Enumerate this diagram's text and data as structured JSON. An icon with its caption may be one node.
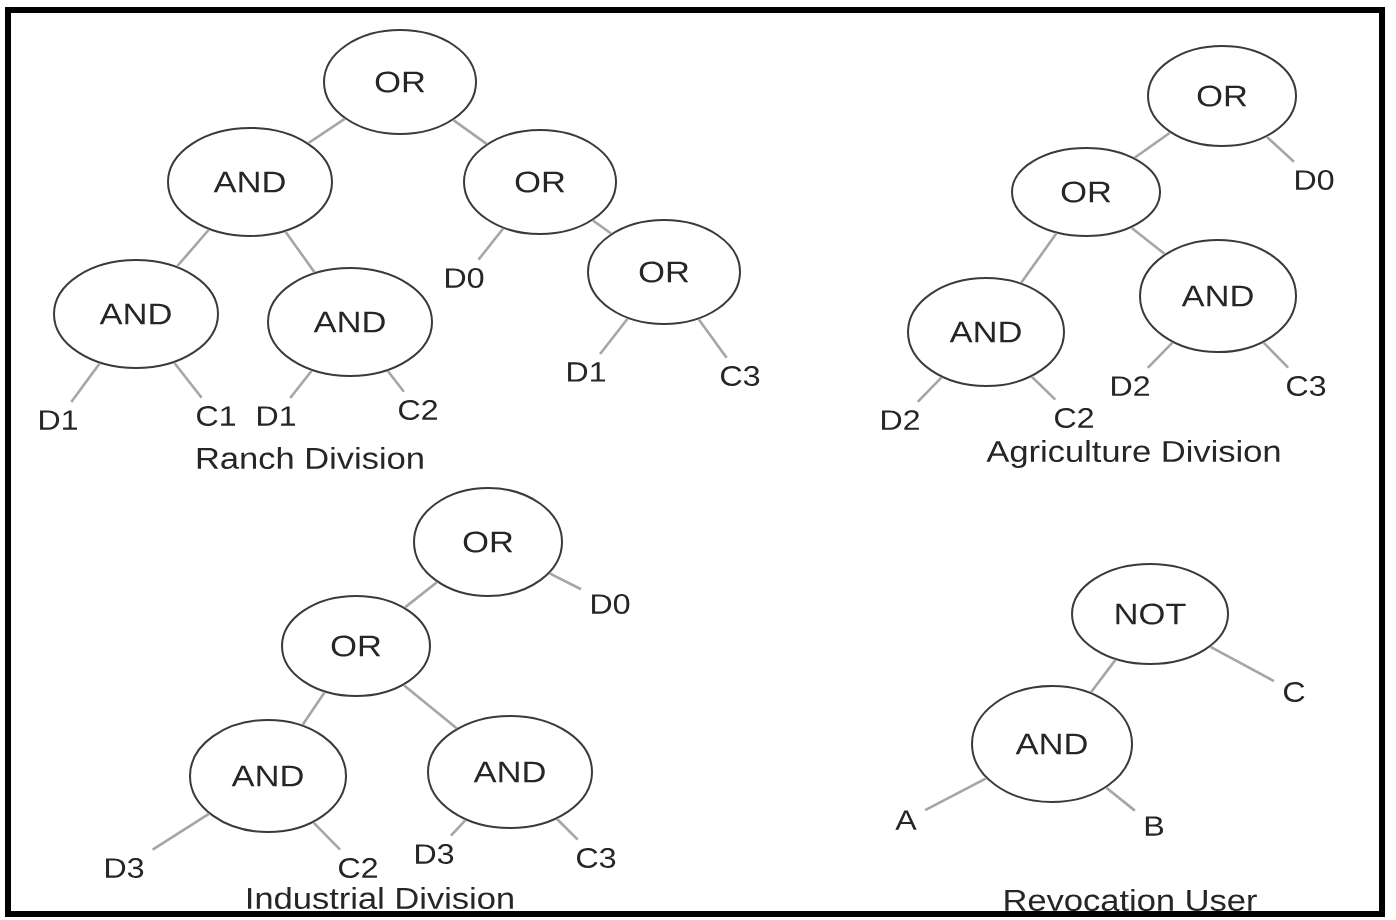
{
  "diagram": {
    "nodes": [
      {
        "text": [
          "OR"
        ]
      },
      {
        "text": [
          "AND"
        ]
      },
      {
        "text": [
          "OR"
        ]
      },
      {
        "text": [
          "AND"
        ]
      },
      {
        "text": [
          "AND"
        ]
      },
      {
        "text": [
          "D0"
        ]
      },
      {
        "text": [
          "OR"
        ]
      },
      {
        "text": [
          "D1"
        ]
      },
      {
        "text": [
          "C1"
        ]
      },
      {
        "text": [
          "D1"
        ]
      },
      {
        "text": [
          "C2"
        ]
      },
      {
        "text": [
          "D1"
        ]
      },
      {
        "text": [
          "C3"
        ]
      },
      {
        "text": [
          "OR"
        ]
      },
      {
        "text": [
          "OR"
        ]
      },
      {
        "text": [
          "D0"
        ]
      },
      {
        "text": [
          "AND"
        ]
      },
      {
        "text": [
          "AND"
        ]
      },
      {
        "text": [
          "D2"
        ]
      },
      {
        "text": [
          "C2"
        ]
      },
      {
        "text": [
          "D2"
        ]
      },
      {
        "text": [
          "C3"
        ]
      },
      {
        "text": [
          "OR"
        ]
      },
      {
        "text": [
          "OR"
        ]
      },
      {
        "text": [
          "D0"
        ]
      },
      {
        "text": [
          "AND"
        ]
      },
      {
        "text": [
          "AND"
        ]
      },
      {
        "text": [
          "D3"
        ]
      },
      {
        "text": [
          "C2"
        ]
      },
      {
        "text": [
          "D3"
        ]
      },
      {
        "text": [
          "C3"
        ]
      },
      {
        "text": [
          "NOT"
        ]
      },
      {
        "text": [
          "AND"
        ]
      },
      {
        "text": [
          "C"
        ]
      },
      {
        "text": [
          "A"
        ]
      },
      {
        "text": [
          "B"
        ]
      }
    ],
    "edges": [
      {
        "from": 0,
        "to": 1,
        "arrow": "none"
      },
      {
        "from": 0,
        "to": 2,
        "arrow": "none"
      },
      {
        "from": 1,
        "to": 3,
        "arrow": "none"
      },
      {
        "from": 1,
        "to": 4,
        "arrow": "none"
      },
      {
        "from": 2,
        "to": 5,
        "arrow": "none"
      },
      {
        "from": 2,
        "to": 6,
        "arrow": "none"
      },
      {
        "from": 3,
        "to": 7,
        "arrow": "none"
      },
      {
        "from": 3,
        "to": 8,
        "arrow": "none"
      },
      {
        "from": 4,
        "to": 9,
        "arrow": "none"
      },
      {
        "from": 4,
        "to": 10,
        "arrow": "none"
      },
      {
        "from": 6,
        "to": 11,
        "arrow": "none"
      },
      {
        "from": 6,
        "to": 12,
        "arrow": "none"
      },
      {
        "from": 13,
        "to": 14,
        "arrow": "none"
      },
      {
        "from": 13,
        "to": 15,
        "arrow": "none"
      },
      {
        "from": 14,
        "to": 16,
        "arrow": "none"
      },
      {
        "from": 14,
        "to": 17,
        "arrow": "none"
      },
      {
        "from": 16,
        "to": 18,
        "arrow": "none"
      },
      {
        "from": 16,
        "to": 19,
        "arrow": "none"
      },
      {
        "from": 17,
        "to": 20,
        "arrow": "none"
      },
      {
        "from": 17,
        "to": 21,
        "arrow": "none"
      },
      {
        "from": 22,
        "to": 23,
        "arrow": "none"
      },
      {
        "from": 22,
        "to": 24,
        "arrow": "none"
      },
      {
        "from": 23,
        "to": 25,
        "arrow": "none"
      },
      {
        "from": 23,
        "to": 26,
        "arrow": "none"
      },
      {
        "from": 25,
        "to": 27,
        "arrow": "none"
      },
      {
        "from": 25,
        "to": 28,
        "arrow": "none"
      },
      {
        "from": 26,
        "to": 29,
        "arrow": "none"
      },
      {
        "from": 26,
        "to": 30,
        "arrow": "none"
      },
      {
        "from": 31,
        "to": 32,
        "arrow": "none"
      },
      {
        "from": 31,
        "to": 33,
        "arrow": "none"
      },
      {
        "from": 32,
        "to": 34,
        "arrow": "none"
      },
      {
        "from": 32,
        "to": 35,
        "arrow": "none"
      }
    ],
    "labels": [
      "Ranch Division",
      "Agriculture Division",
      "Industrial Division",
      "Revocation User"
    ]
  }
}
